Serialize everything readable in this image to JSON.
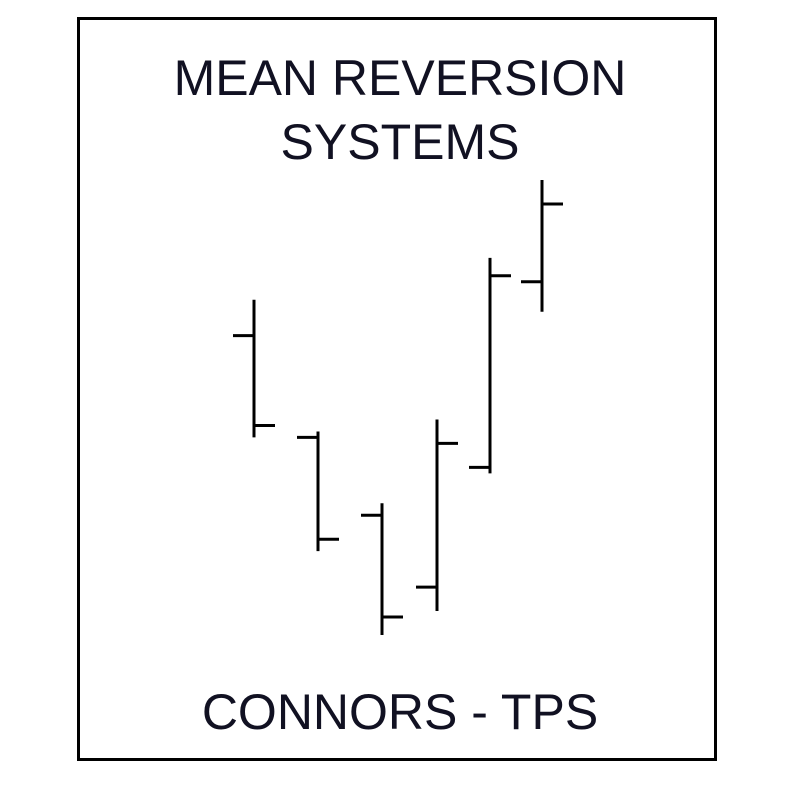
{
  "title_lines": [
    "MEAN REVERSION",
    "SYSTEMS"
  ],
  "footer": "CONNORS - TPS",
  "colors": {
    "ink": "#000000",
    "background": "#ffffff"
  },
  "chart_data": {
    "type": "ohlc",
    "bars": [
      {
        "open": 0.83,
        "high": 0.89,
        "low": 0.66,
        "close": 0.68
      },
      {
        "open": 0.66,
        "high": 0.67,
        "low": 0.47,
        "close": 0.49
      },
      {
        "open": 0.53,
        "high": 0.55,
        "low": 0.33,
        "close": 0.36
      },
      {
        "open": 0.41,
        "high": 0.69,
        "low": 0.37,
        "close": 0.65
      },
      {
        "open": 0.61,
        "high": 0.96,
        "low": 0.6,
        "close": 0.93
      },
      {
        "open": 0.92,
        "high": 1.09,
        "low": 0.87,
        "close": 1.05
      }
    ]
  }
}
